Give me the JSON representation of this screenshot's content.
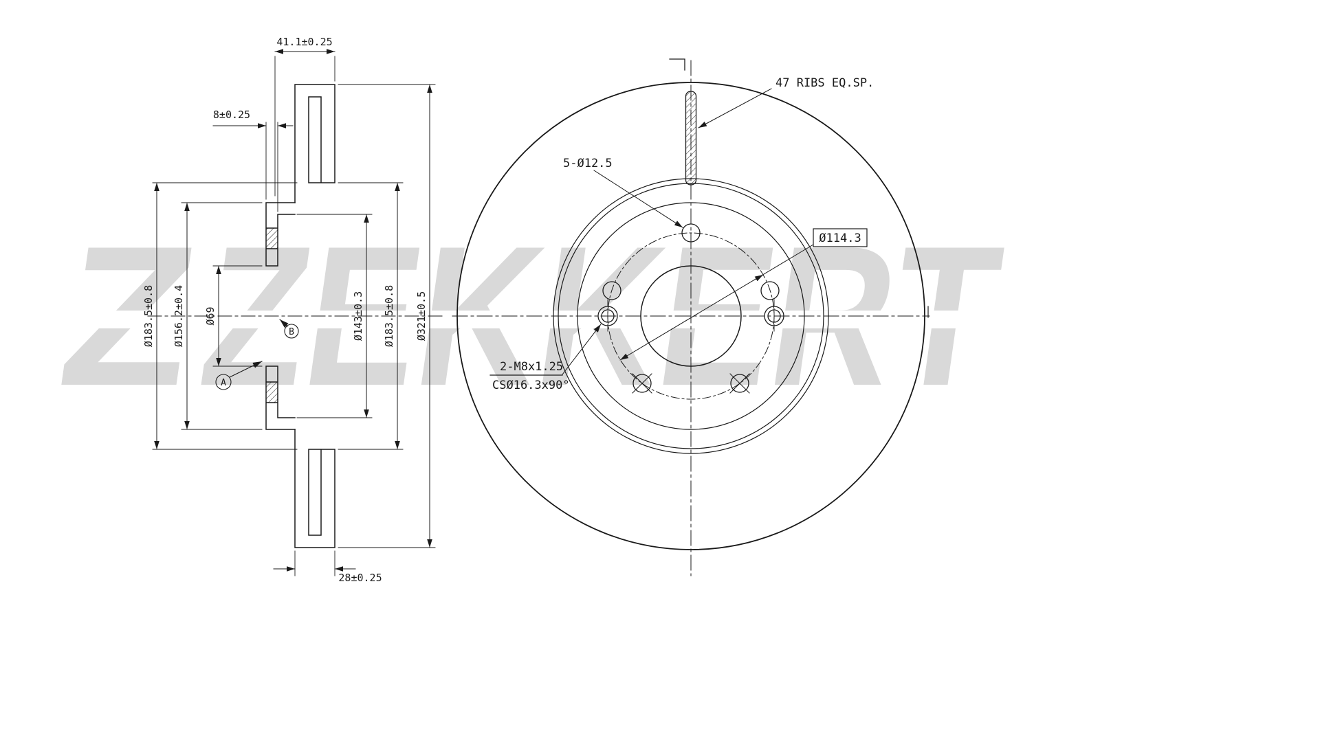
{
  "meta": {
    "background_color": "#ffffff",
    "line_color": "#1a1a1a",
    "watermark_color": "#d9d9d9",
    "drawing_type": "brake-disc-technical-drawing"
  },
  "watermark": {
    "logo": "Z",
    "text": "ZEKKERT"
  },
  "section_view": {
    "dimensions": {
      "overall_depth": "41.1±0.25",
      "hat_plate_thickness": "8±0.25",
      "left_inner_ring": "Ø183.5±0.8",
      "hat_flange": "Ø156.2±0.4",
      "center_bore": "Ø69",
      "inner_face": "Ø143±0.3",
      "right_inner_ring": "Ø183.5±0.8",
      "outer_diameter": "Ø321±0.5",
      "disc_thickness": "28±0.25"
    },
    "callouts": {
      "a": "A",
      "b": "B"
    }
  },
  "front_view": {
    "callouts": {
      "ribs": "47 RIBS EQ.SP.",
      "bolt_holes": "5-Ø12.5",
      "pitch_circle": "Ø114.3",
      "thread": "2-M8x1.25",
      "countersink": "CSØ16.3x90°"
    }
  }
}
